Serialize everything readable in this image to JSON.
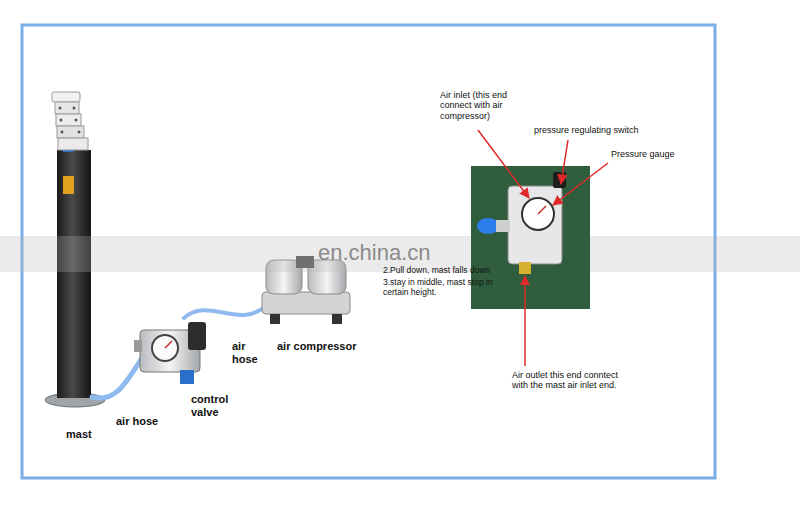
{
  "diagram": {
    "labels": [
      "mast",
      "air hose",
      "control valve",
      "air hose",
      "air compressor",
      "en.china.cn",
      "2.Pull down, mast falls down",
      "3.stay in middle, mast stop in certain height.",
      "Air inlet (this end connect with air compressor)",
      "pressure regulating switch",
      "Pressure gauge",
      "Air outlet this end conntect with the mast air inlet end."
    ]
  }
}
